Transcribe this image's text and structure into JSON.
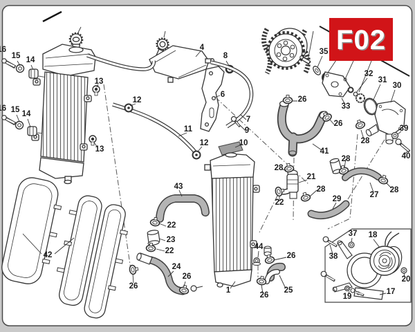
{
  "page": {
    "background_color": "#c9c9c9",
    "frame_color": "#4a4a4a",
    "paper_color": "#ffffff"
  },
  "badge": {
    "code": "F02",
    "bg": "#d11418",
    "text_color": "#ffffff"
  },
  "callouts": [
    {
      "t": "16"
    },
    {
      "t": "15"
    },
    {
      "t": "14"
    },
    {
      "t": "16"
    },
    {
      "t": "15"
    },
    {
      "t": "14"
    },
    {
      "t": "13"
    },
    {
      "t": "13"
    },
    {
      "t": "12"
    },
    {
      "t": "11"
    },
    {
      "t": "12"
    },
    {
      "t": "10"
    },
    {
      "t": "4"
    },
    {
      "t": "8"
    },
    {
      "t": "6"
    },
    {
      "t": "7"
    },
    {
      "t": "9"
    },
    {
      "t": "35"
    },
    {
      "t": "32"
    },
    {
      "t": "31"
    },
    {
      "t": "30"
    },
    {
      "t": "33"
    },
    {
      "t": "26"
    },
    {
      "t": "26"
    },
    {
      "t": "41"
    },
    {
      "t": "39"
    },
    {
      "t": "40"
    },
    {
      "t": "28"
    },
    {
      "t": "28"
    },
    {
      "t": "27"
    },
    {
      "t": "28"
    },
    {
      "t": "28"
    },
    {
      "t": "21"
    },
    {
      "t": "28"
    },
    {
      "t": "22"
    },
    {
      "t": "29"
    },
    {
      "t": "42"
    },
    {
      "t": "43"
    },
    {
      "t": "22"
    },
    {
      "t": "23"
    },
    {
      "t": "22"
    },
    {
      "t": "24"
    },
    {
      "t": "26"
    },
    {
      "t": "26"
    },
    {
      "t": "1"
    },
    {
      "t": "44"
    },
    {
      "t": "26"
    },
    {
      "t": "25"
    },
    {
      "t": "26"
    },
    {
      "t": "37"
    },
    {
      "t": "18"
    },
    {
      "t": "38"
    },
    {
      "t": "20"
    },
    {
      "t": "17"
    },
    {
      "t": "19"
    }
  ]
}
